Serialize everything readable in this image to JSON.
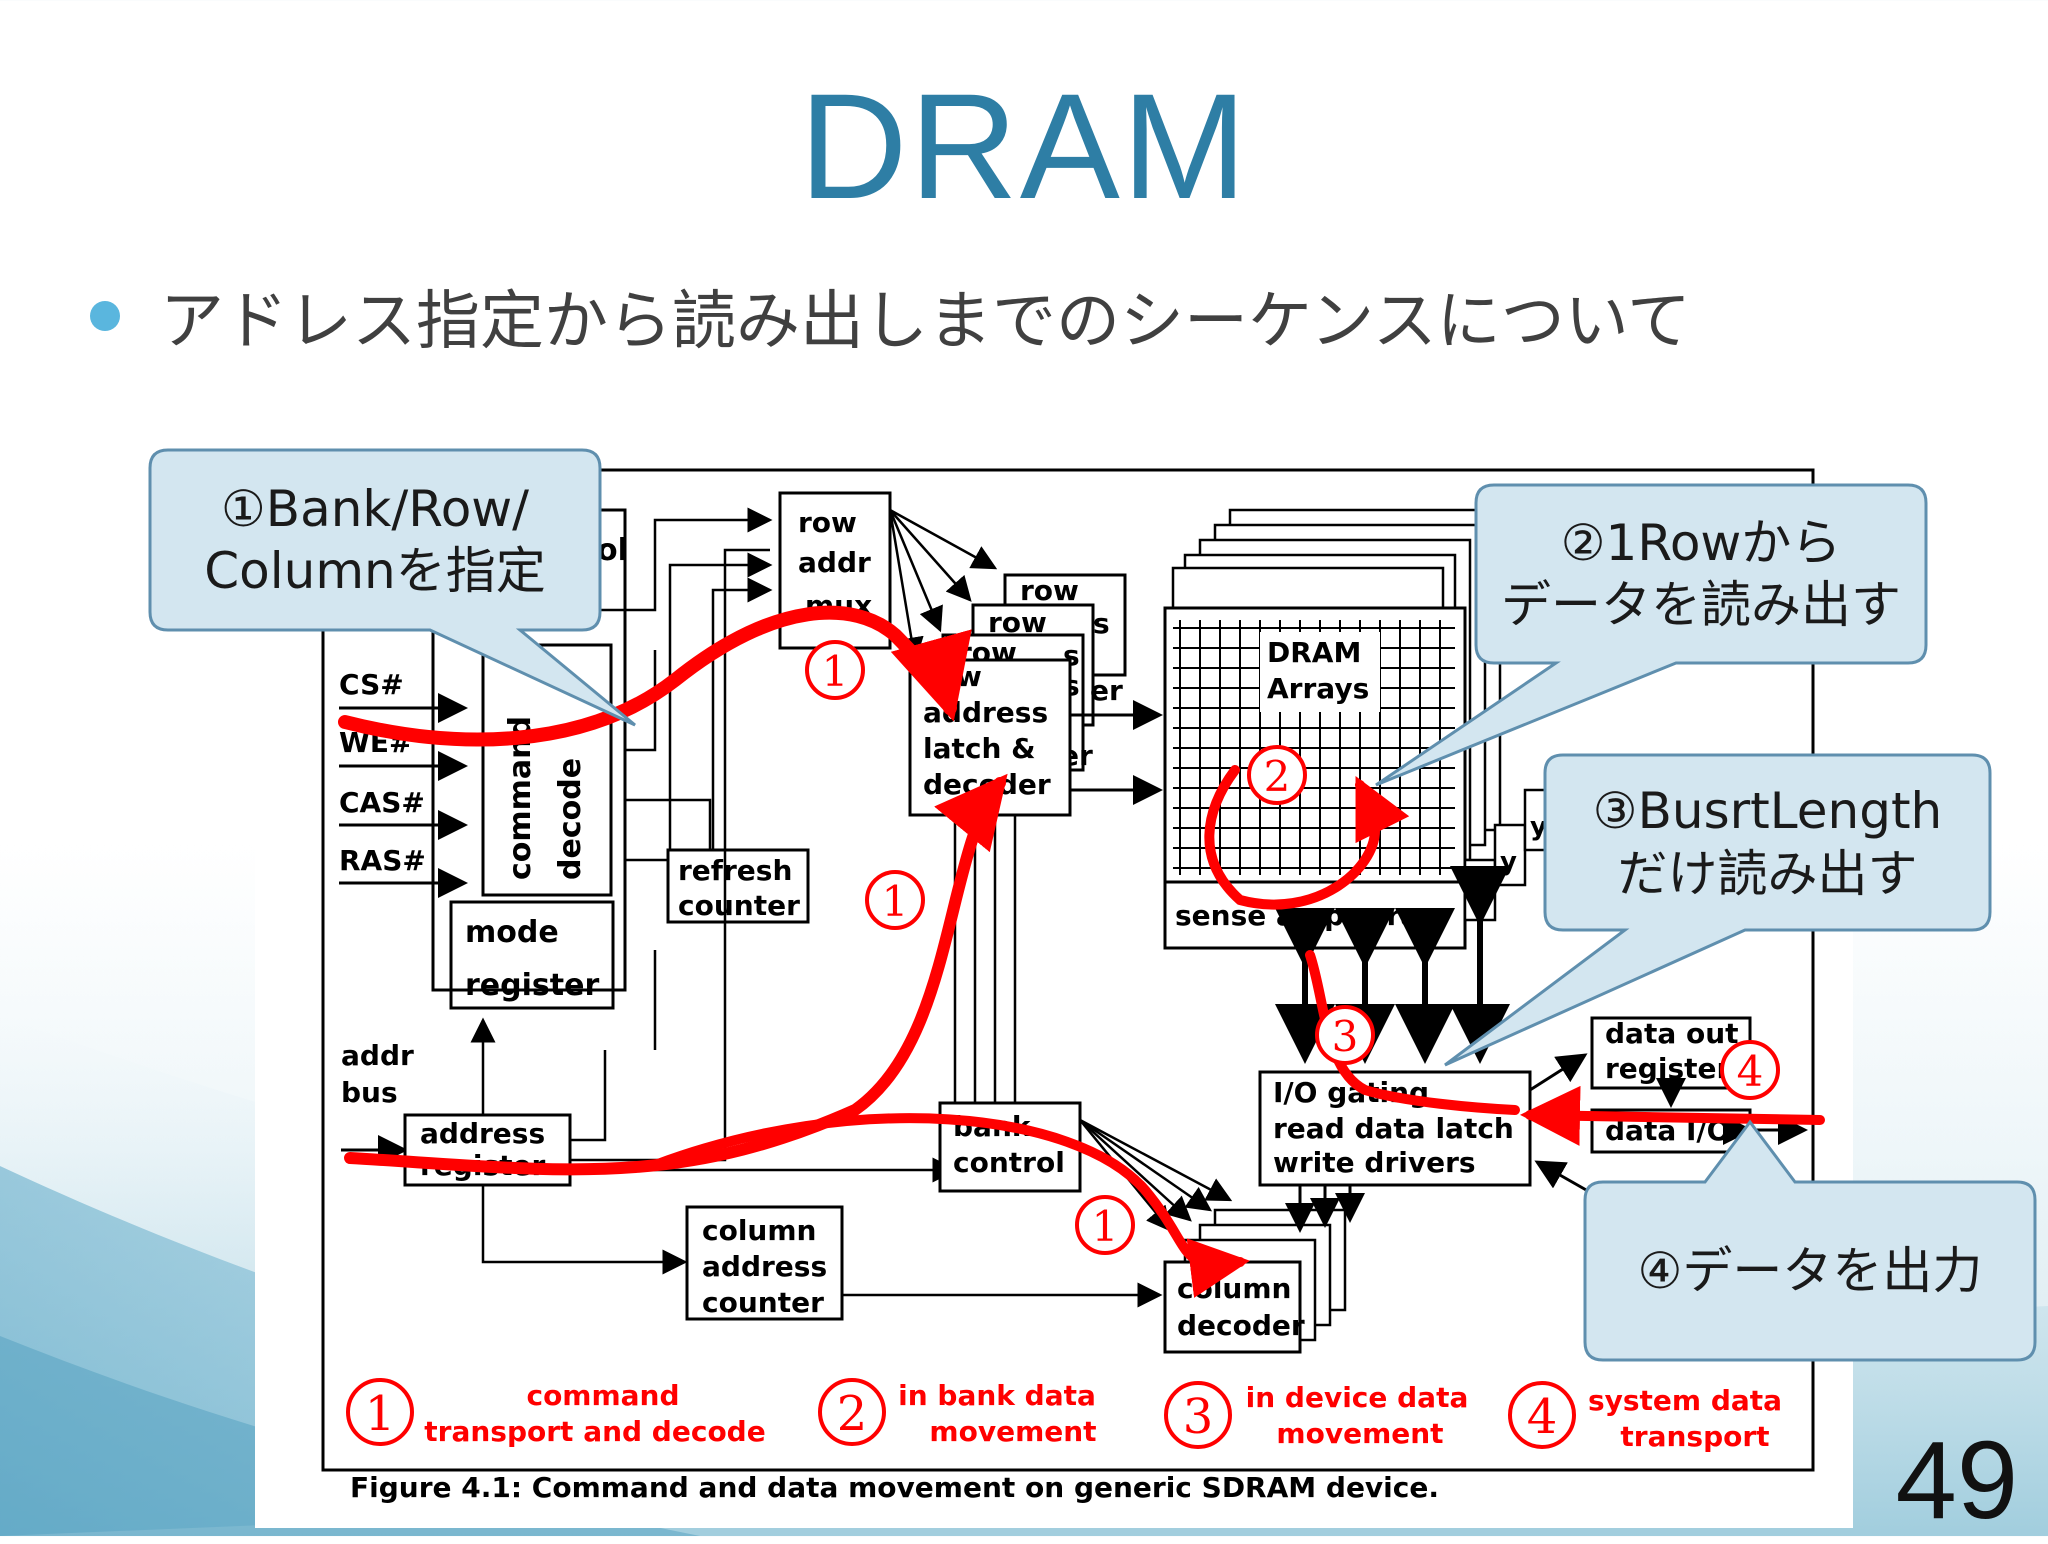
{
  "slide": {
    "title": "DRAM",
    "bullet": "アドレス指定から読み出しまでのシーケンスについて",
    "page_number": "49"
  },
  "callouts": {
    "c1": "①Bank/Row/\nColumnを指定",
    "c2": "②1Rowから\nデータを読み出す",
    "c3": "③BusrtLength\nだけ読み出す",
    "c4": "④データを出力"
  },
  "diagram": {
    "blocks": {
      "control_partial": "ol",
      "row_addr_mux": [
        "row",
        "addr",
        "mux"
      ],
      "row_stack_1": "row",
      "row_stack_2": "row",
      "row_stack_3": "row",
      "row_address_latch": [
        "row",
        "address",
        "latch &",
        "decoder"
      ],
      "stack_frag_s1": "s",
      "stack_frag_s2": "s",
      "stack_frag_s3": "s",
      "stack_frag_er1": "er",
      "stack_frag_er2": "er",
      "command_decode": [
        "command",
        "decode"
      ],
      "mode_register": [
        "mode",
        "register"
      ],
      "refresh_counter": [
        "refresh",
        "counter"
      ],
      "dram_arrays": [
        "DRAM",
        "Arrays"
      ],
      "sense_amp": "sense amp array",
      "stack_frag_y1": "y",
      "stack_frag_y2": "y",
      "stack_frag_y3": "y",
      "address_register": [
        "address",
        "register"
      ],
      "bank_control": [
        "bank",
        "control"
      ],
      "column_address_counter": [
        "column",
        "address",
        "counter"
      ],
      "column_decoder": [
        "column",
        "decoder"
      ],
      "io_gating": [
        "I/O gating",
        "read data latch",
        "write drivers"
      ],
      "data_out_register": [
        "data out",
        "register"
      ],
      "data_io": "data I/O"
    },
    "signals": [
      "CS#",
      "WE#",
      "CAS#",
      "RAS#"
    ],
    "addr_bus": [
      "addr",
      "bus"
    ],
    "step_markers": [
      "1",
      "1",
      "1",
      "2",
      "3",
      "4"
    ],
    "legend": [
      {
        "num": "1",
        "text": [
          "command",
          "transport and decode"
        ]
      },
      {
        "num": "2",
        "text": [
          "in bank data",
          "movement"
        ]
      },
      {
        "num": "3",
        "text": [
          "in device data",
          "movement"
        ]
      },
      {
        "num": "4",
        "text": [
          "system data",
          "transport"
        ]
      }
    ],
    "caption": "Figure 4.1: Command and data movement on generic SDRAM device."
  },
  "colors": {
    "title": "#2e7ea5",
    "bullet": "#5ab6de",
    "path_red": "#ff0000",
    "callout_fill": "#d3e6f0",
    "callout_stroke": "#5f8fae"
  }
}
